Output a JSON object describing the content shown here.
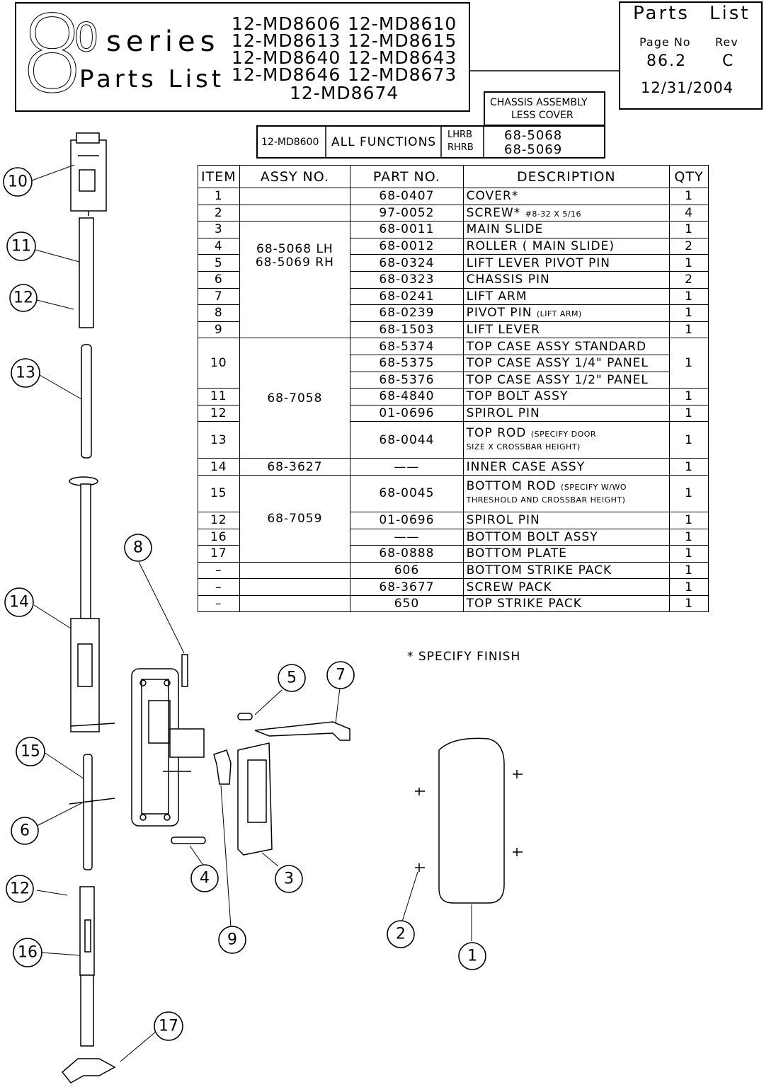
{
  "header": {
    "big_digit": "8",
    "series_digit": "0",
    "series_word": "series",
    "subtitle": "Parts List",
    "models": [
      "12-MD8606",
      "12-MD8610",
      "12-MD8613",
      "12-MD8615",
      "12-MD8640",
      "12-MD8643",
      "12-MD8646",
      "12-MD8673",
      "12-MD8674"
    ]
  },
  "info_box": {
    "title_left": "Parts",
    "title_right": "List",
    "page_label": "Page No",
    "rev_label": "Rev",
    "page_value": "86.2",
    "rev_value": "C",
    "date": "12/31/2004"
  },
  "chassis": {
    "header_line1": "CHASSIS ASSEMBLY",
    "header_line2": "LESS COVER",
    "model": "12-MD8600",
    "functions": "ALL FUNCTIONS",
    "hand_1": "LHRB",
    "hand_2": "RHRB",
    "part_1": "68-5068",
    "part_2": "68-5069"
  },
  "parts_table": {
    "headers": [
      "ITEM",
      "ASSY NO.",
      "PART NO.",
      "DESCRIPTION",
      "QTY"
    ],
    "assy_group_1_line1": "68-5068 LH",
    "assy_group_1_line2": "68-5069 RH",
    "assy_group_2": "68-7058",
    "assy_group_3": "68-3627",
    "assy_group_4": "68-7059",
    "rows": [
      {
        "item": "1",
        "part": "68-0407",
        "desc": "COVER*",
        "qty": "1"
      },
      {
        "item": "2",
        "part": "97-0052",
        "desc": "SCREW*",
        "desc_small": "#8-32 X 5/16",
        "qty": "4"
      },
      {
        "item": "3",
        "part": "68-0011",
        "desc": "MAIN SLIDE",
        "qty": "1"
      },
      {
        "item": "4",
        "part": "68-0012",
        "desc": "ROLLER ( MAIN SLIDE)",
        "qty": "2"
      },
      {
        "item": "5",
        "part": "68-0324",
        "desc": "LIFT LEVER PIVOT PIN",
        "qty": "1"
      },
      {
        "item": "6",
        "part": "68-0323",
        "desc": "CHASSIS PIN",
        "qty": "2"
      },
      {
        "item": "7",
        "part": "68-0241",
        "desc": "LIFT ARM",
        "qty": "1"
      },
      {
        "item": "8",
        "part": "68-0239",
        "desc": "PIVOT PIN",
        "desc_small": "(LIFT ARM)",
        "qty": "1"
      },
      {
        "item": "9",
        "part": "68-1503",
        "desc": "LIFT LEVER",
        "qty": "1"
      },
      {
        "item": "10",
        "parts": [
          "68-5374",
          "68-5375",
          "68-5376"
        ],
        "descs": [
          "TOP CASE ASSY STANDARD",
          "TOP CASE ASSY 1/4\" PANEL",
          "TOP CASE ASSY 1/2\" PANEL"
        ],
        "qty": "1"
      },
      {
        "item": "11",
        "part": "68-4840",
        "desc": "TOP BOLT ASSY",
        "qty": "1"
      },
      {
        "item": "12",
        "part": "01-0696",
        "desc": "SPIROL PIN",
        "qty": "1"
      },
      {
        "item": "13",
        "part": "68-0044",
        "desc": "TOP ROD",
        "desc_small": "(SPECIFY DOOR",
        "desc_small2": "SIZE X CROSSBAR HEIGHT)",
        "qty": "1"
      },
      {
        "item": "14",
        "part": "——",
        "desc": "INNER CASE ASSY",
        "qty": "1"
      },
      {
        "item": "15",
        "part": "68-0045",
        "desc": "BOTTOM ROD",
        "desc_small": "(SPECIFY W/WO",
        "desc_small2": "THRESHOLD AND CROSSBAR HEIGHT)",
        "qty": "1"
      },
      {
        "item": "12",
        "part": "01-0696",
        "desc": "SPIROL PIN",
        "qty": "1"
      },
      {
        "item": "16",
        "part": "——",
        "desc": "BOTTOM BOLT ASSY",
        "qty": "1"
      },
      {
        "item": "17",
        "part": "68-0888",
        "desc": "BOTTOM PLATE",
        "qty": "1"
      },
      {
        "item": "–",
        "part": "606",
        "desc": "BOTTOM STRIKE PACK",
        "qty": "1"
      },
      {
        "item": "–",
        "part": "68-3677",
        "desc": "SCREW PACK",
        "qty": "1"
      },
      {
        "item": "–",
        "part": "650",
        "desc": "TOP STRIKE PACK",
        "qty": "1"
      }
    ],
    "footnote": "* SPECIFY FINISH"
  },
  "callouts": [
    "10",
    "11",
    "12",
    "13",
    "14",
    "15",
    "6",
    "12",
    "16",
    "17",
    "8",
    "5",
    "7",
    "4",
    "3",
    "9",
    "2",
    "1"
  ]
}
